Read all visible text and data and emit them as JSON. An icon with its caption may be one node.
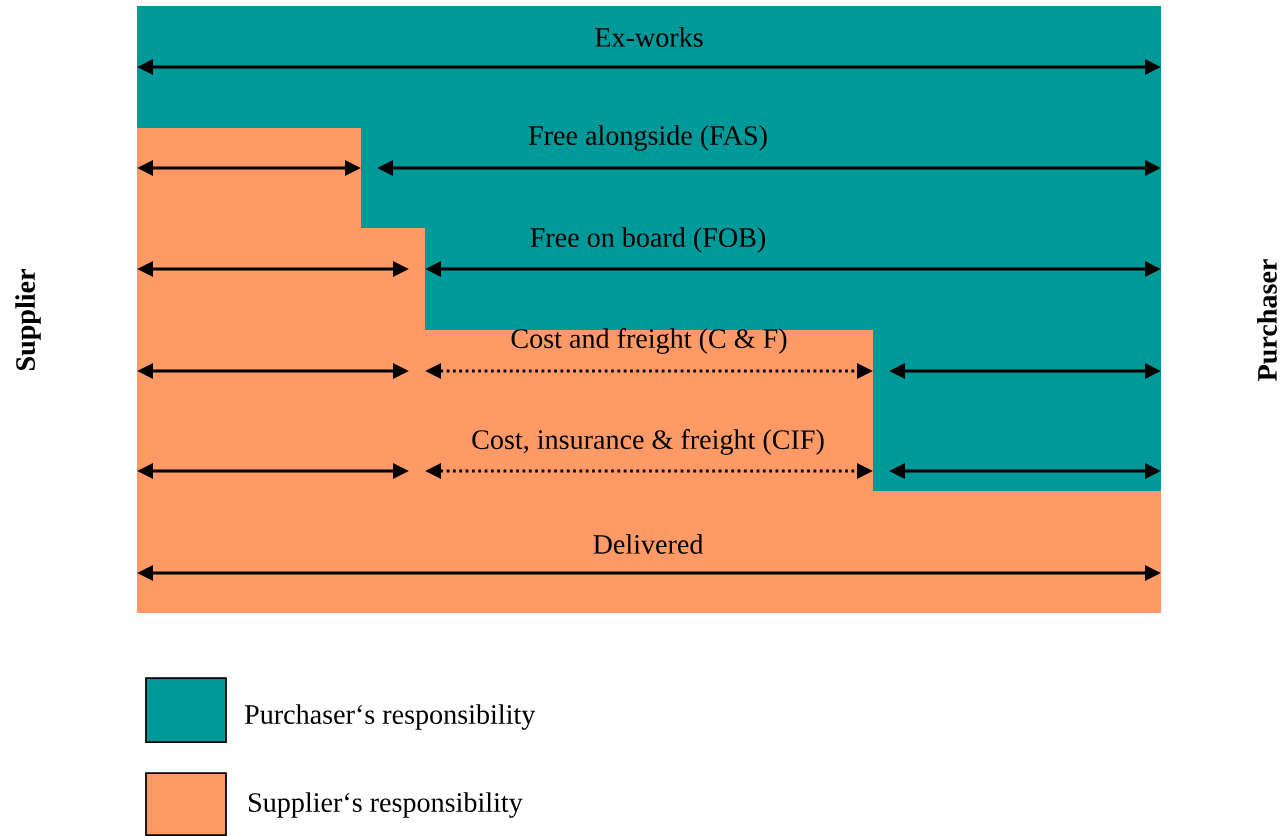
{
  "diagram": {
    "labels": [
      "Supplier",
      "Ex-works",
      "Free alongside (FAS)",
      "Free on board (FOB)",
      "Cost and freight (C & F)",
      "Cost, insurance & freight (CIF)",
      "Delivered",
      "Purchaser"
    ],
    "legend": [
      {
        "text": "Purchaser‘s responsibility",
        "color": "#009999"
      },
      {
        "text": "Supplier‘s responsibility",
        "color": "#ff9966"
      }
    ]
  }
}
